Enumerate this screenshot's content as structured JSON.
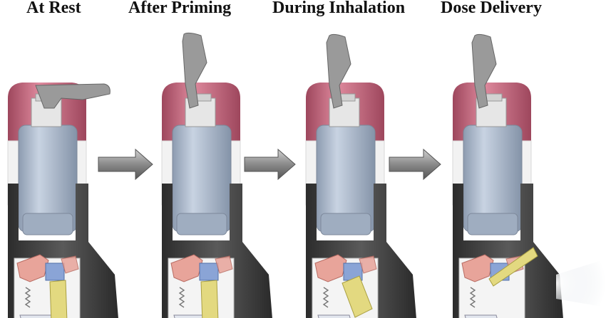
{
  "stages": [
    {
      "title": "At Rest"
    },
    {
      "title": "After Priming"
    },
    {
      "title": "During Inhalation"
    },
    {
      "title": "Dose Delivery"
    }
  ],
  "colors": {
    "cap": "#b5405c",
    "canister": "#a9b8cc",
    "body": "#3c3c3c",
    "lever": "#9a9a9a",
    "mechanism_pink": "#e8a49a",
    "mechanism_blue": "#8aa4d6",
    "flap": "#e3d980",
    "arrow": "#7a7a7a",
    "spray": "#e4e8ec"
  },
  "icons": [
    "right-arrow-icon",
    "right-arrow-icon",
    "right-arrow-icon"
  ]
}
